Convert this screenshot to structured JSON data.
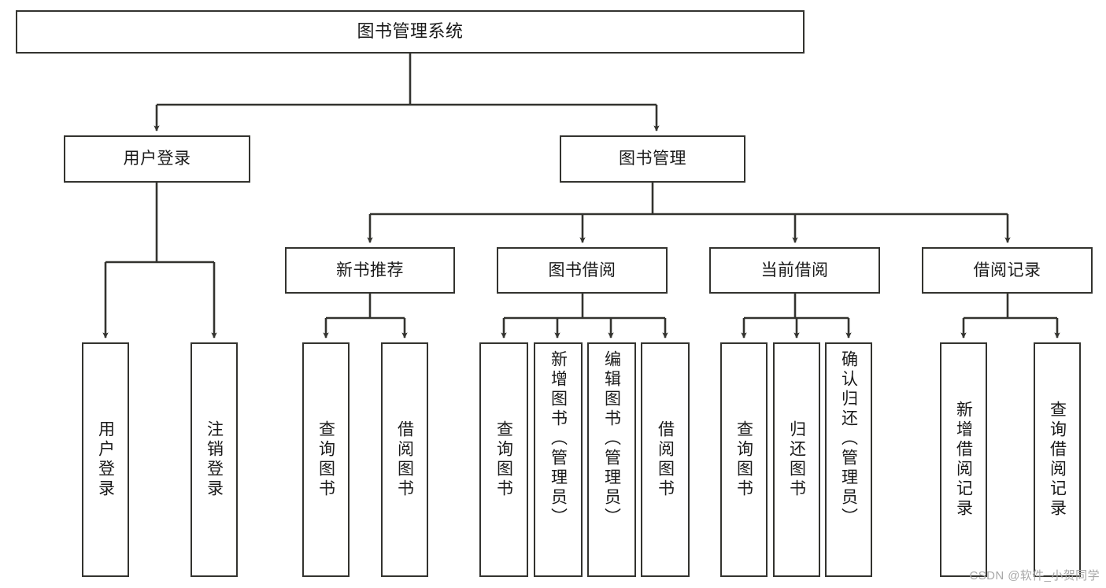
{
  "diagram": {
    "type": "hierarchy-tree",
    "title": "图书管理系统",
    "levels": 4,
    "stroke_color": "#33332f",
    "fill_color": "#ffffff",
    "text_color": "#1a1a1a",
    "root": {
      "id": "root",
      "label": "图书管理系统",
      "orientation": "horizontal"
    },
    "level2": [
      {
        "id": "user-login",
        "label": "用户登录",
        "orientation": "horizontal"
      },
      {
        "id": "book-manage",
        "label": "图书管理",
        "orientation": "horizontal"
      }
    ],
    "level3": [
      {
        "id": "new-book-recommend",
        "label": "新书推荐",
        "orientation": "horizontal",
        "parent": "book-manage"
      },
      {
        "id": "book-borrow",
        "label": "图书借阅",
        "orientation": "horizontal",
        "parent": "book-manage"
      },
      {
        "id": "current-borrow",
        "label": "当前借阅",
        "orientation": "horizontal",
        "parent": "book-manage"
      },
      {
        "id": "borrow-record",
        "label": "借阅记录",
        "orientation": "horizontal",
        "parent": "book-manage"
      }
    ],
    "leaves": [
      {
        "id": "leaf-user-login",
        "label": "用户登录",
        "parent": "user-login"
      },
      {
        "id": "leaf-logout",
        "label": "注销登录",
        "parent": "user-login"
      },
      {
        "id": "leaf-query-book-1",
        "label": "查询图书",
        "parent": "new-book-recommend"
      },
      {
        "id": "leaf-borrow-book-1",
        "label": "借阅图书",
        "parent": "new-book-recommend"
      },
      {
        "id": "leaf-query-book-2",
        "label": "查询图书",
        "parent": "book-borrow"
      },
      {
        "id": "leaf-add-book",
        "label": "新增图书（管理员）",
        "parent": "book-borrow"
      },
      {
        "id": "leaf-edit-book",
        "label": "编辑图书（管理员）",
        "parent": "book-borrow"
      },
      {
        "id": "leaf-borrow-book-2",
        "label": "借阅图书",
        "parent": "book-borrow"
      },
      {
        "id": "leaf-query-book-3",
        "label": "查询图书",
        "parent": "current-borrow"
      },
      {
        "id": "leaf-return-book",
        "label": "归还图书",
        "parent": "current-borrow"
      },
      {
        "id": "leaf-confirm-return",
        "label": "确认归还（管理员）",
        "parent": "current-borrow"
      },
      {
        "id": "leaf-add-record",
        "label": "新增借阅记录",
        "parent": "borrow-record"
      },
      {
        "id": "leaf-query-record",
        "label": "查询借阅记录",
        "parent": "borrow-record"
      }
    ]
  },
  "watermark": {
    "text": "CSDN @软件_小贺同学"
  }
}
